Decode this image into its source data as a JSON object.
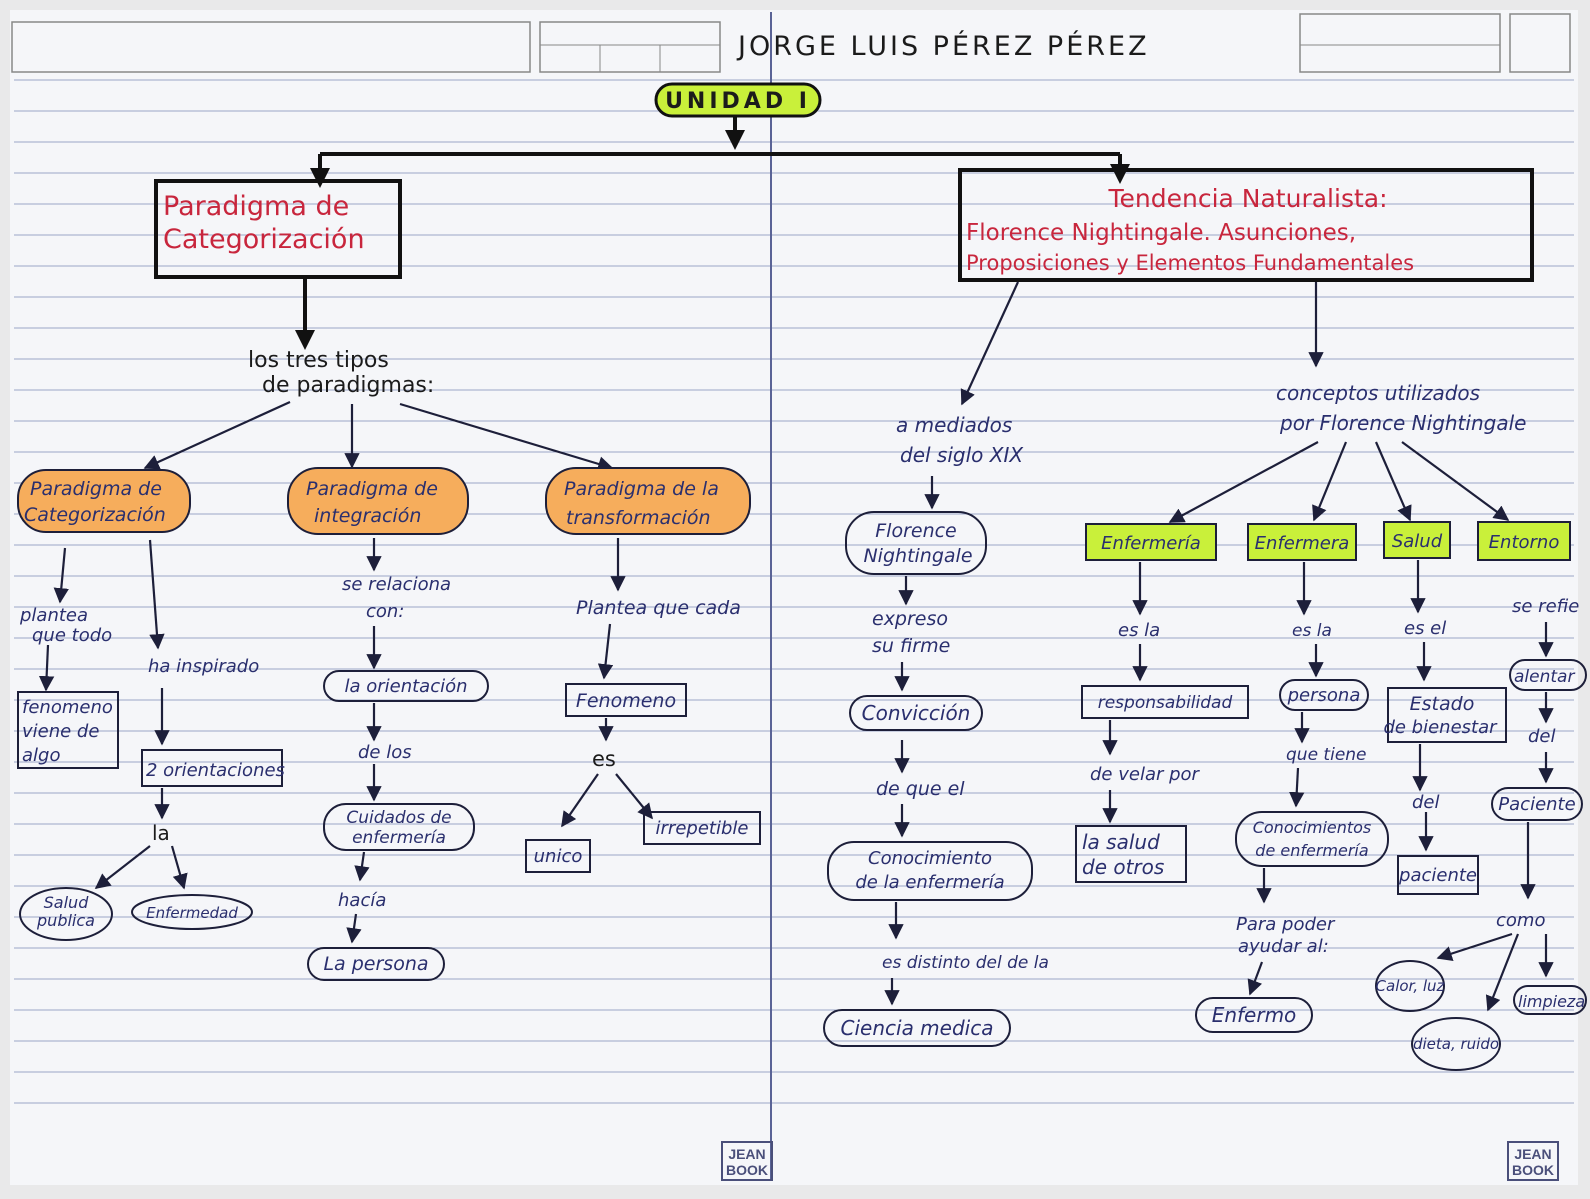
{
  "header": {
    "author": "JORGE LUIS PÉREZ PÉREZ"
  },
  "root": "UNIDAD I",
  "left": {
    "title_lines": [
      "Paradigma de",
      "Categorización"
    ],
    "subtitle_lines": [
      "los tres tipos",
      "de paradigmas:"
    ],
    "branches": [
      {
        "label_lines": [
          "Paradigma de",
          "Categorización"
        ],
        "a_link_lines": [
          "plantea",
          "que todo"
        ],
        "a_box_lines": [
          "fenomeno",
          "viene de",
          "algo"
        ],
        "b_link": "ha inspirado",
        "b_box": "2 orientaciones",
        "b_link2": "la",
        "b_leaf1_lines": [
          "Salud",
          "publica"
        ],
        "b_leaf2": "Enfermedad"
      },
      {
        "label_lines": [
          "Paradigma de",
          "integración"
        ],
        "link1_lines": [
          "se relaciona",
          "con:"
        ],
        "node1": "la orientación",
        "link2": "de los",
        "node2_lines": [
          "Cuidados de",
          "enfermería"
        ],
        "link3": "hacía",
        "node3": "La persona"
      },
      {
        "label_lines": [
          "Paradigma de la",
          "transformación"
        ],
        "link1": "Plantea que cada",
        "box1": "Fenomeno",
        "link2": "es",
        "leaf1": "unico",
        "leaf2": "irrepetible"
      }
    ]
  },
  "right": {
    "title_lines": [
      "Tendencia Naturalista:",
      "Florence Nightingale. Asunciones,",
      "Proposiciones y Elementos Fundamentales"
    ],
    "history": {
      "link1_lines": [
        "a mediados",
        "del siglo XIX"
      ],
      "node1_lines": [
        "Florence",
        "Nightingale"
      ],
      "link2_lines": [
        "expreso",
        "su firme"
      ],
      "node2": "Convicción",
      "link3": "de que el",
      "node3_lines": [
        "Conocimiento",
        "de la enfermería"
      ],
      "link4": "es distinto del de la",
      "node4": "Ciencia medica"
    },
    "concepts": {
      "label_lines": [
        "conceptos utilizados",
        "por Florence Nightingale"
      ],
      "items": [
        {
          "label": "Enfermería",
          "link1": "es la",
          "box1": "responsabilidad",
          "link2": "de velar por",
          "box2_lines": [
            "la salud",
            "de otros"
          ]
        },
        {
          "label": "Enfermera",
          "link1": "es la",
          "node1": "persona",
          "link2": "que tiene",
          "node2_lines": [
            "Conocimientos",
            "de enfermería"
          ],
          "link3_lines": [
            "Para poder",
            "ayudar al:"
          ],
          "node3": "Enfermo"
        },
        {
          "label": "Salud",
          "link1": "es el",
          "box1_lines": [
            "Estado",
            "de bienestar"
          ],
          "link2": "del",
          "box2": "paciente"
        },
        {
          "label": "Entorno",
          "link1": "se refie",
          "node1": "alentar",
          "link2": "del",
          "node2": "Paciente",
          "link3": "como",
          "leaves": [
            "Calor, luz",
            "dieta, ruido",
            "limpieza"
          ]
        }
      ]
    }
  },
  "brand": [
    "JEAN",
    "BOOK"
  ],
  "colors": {
    "lime": "#c9f03a",
    "orange": "#f6ad5c",
    "ink": "#1d1f3a",
    "red": "#c8263d",
    "paper": "#f5f6f9",
    "ruling": "#9aa5c8"
  }
}
